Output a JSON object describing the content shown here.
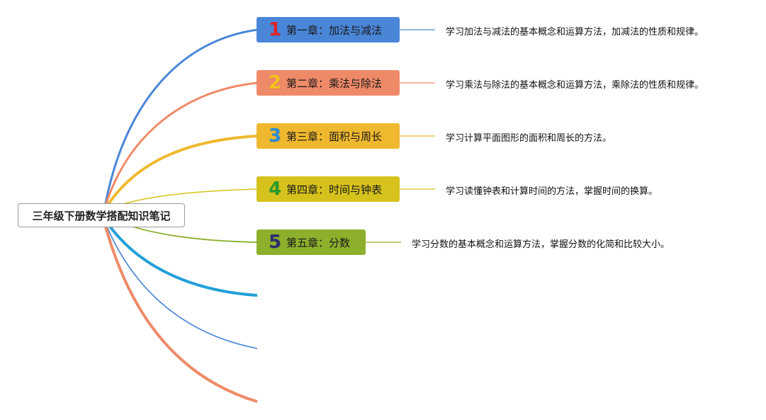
{
  "root": {
    "title": "三年级下册数学搭配知识笔记"
  },
  "colors": {
    "blue": "#4a86d8",
    "salmon": "#ef8a68",
    "yellow": "#efb82e",
    "olive_yellow": "#d6c21c",
    "green": "#8db02c",
    "cyan": "#229fd8"
  },
  "chapters": [
    {
      "number": "1",
      "number_color": "#e0252a",
      "label": "第一章：加法与减法",
      "fill": "#4a86d8",
      "description": "学习加法与减法的基本概念和运算方法，加减法的性质和规律。"
    },
    {
      "number": "2",
      "number_color": "#f6c21c",
      "label": "第二章：乘法与除法",
      "fill": "#ef8a68",
      "description": "学习乘法与除法的基本概念和运算方法，乘除法的性质和规律。"
    },
    {
      "number": "3",
      "number_color": "#2a8bd8",
      "label": "第三章：面积与周长",
      "fill": "#efb82e",
      "description": "学习计算平面图形的面积和周长的方法。"
    },
    {
      "number": "4",
      "number_color": "#2a9a2a",
      "label": "第四章：时间与钟表",
      "fill": "#d6c21c",
      "description": "学习读懂钟表和计算时间的方法，掌握时间的换算。"
    },
    {
      "number": "5",
      "number_color": "#2a2f6e",
      "label": "第五章：分数",
      "fill": "#8db02c",
      "description": "学习分数的基本概念和运算方法，掌握分数的化简和比较大小。"
    }
  ]
}
